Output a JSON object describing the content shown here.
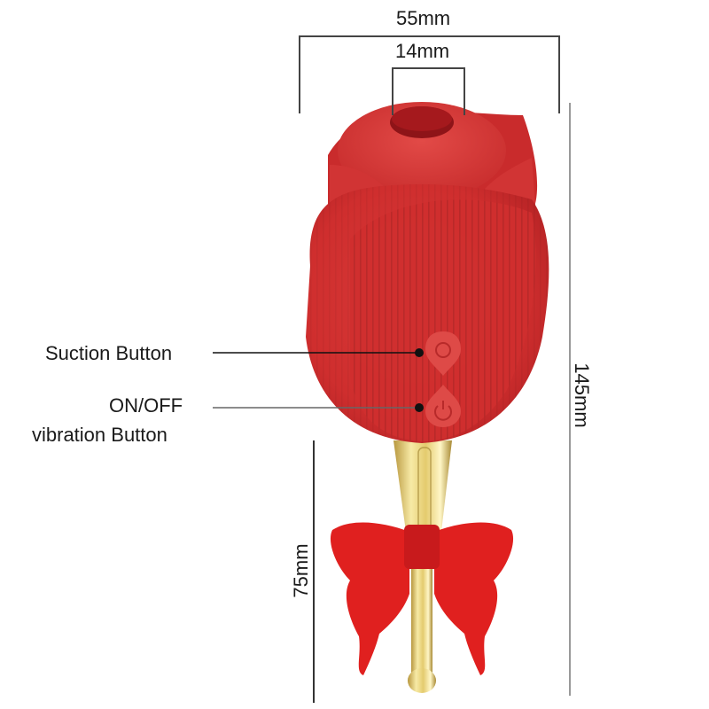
{
  "diagram": {
    "subject": "Rose-shaped device with butterfly stem",
    "dimensions": {
      "overall_width": "55mm",
      "opening_width": "14mm",
      "total_height": "145mm",
      "stem_length": "75mm"
    },
    "callouts": [
      {
        "id": "suction",
        "lines": [
          "Suction Button"
        ]
      },
      {
        "id": "power",
        "lines": [
          "ON/OFF",
          "vibration Button"
        ]
      }
    ],
    "icons": {
      "suction_button": "circle-icon",
      "power_button": "power-icon"
    },
    "colors": {
      "rose_red": "#d8302f",
      "rose_dark": "#b81f22",
      "butterfly_red": "#e0201f",
      "gold": "#e8d27a",
      "dimension_line": "#444444",
      "text": "#1a1a1a"
    }
  }
}
